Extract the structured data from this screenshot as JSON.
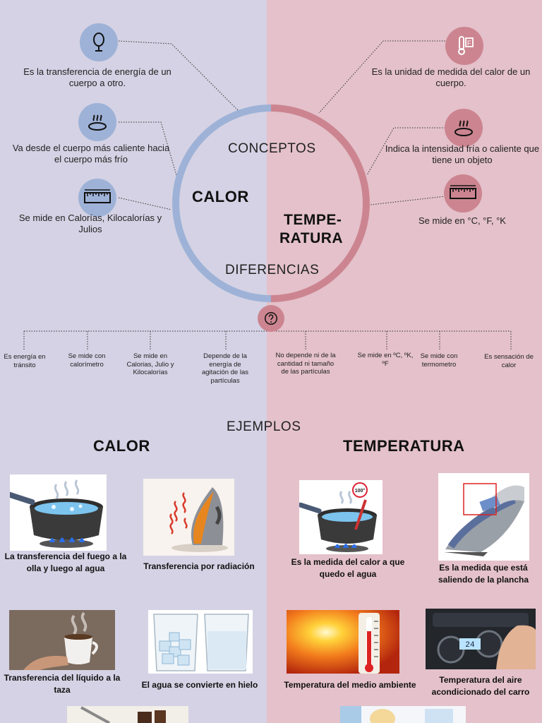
{
  "colors": {
    "left_bg": "#d4d2e4",
    "right_bg": "#e4c1cb",
    "blue_accent": "#9eb2d7",
    "pink_accent": "#cc8590"
  },
  "diagram": {
    "center_top": "CONCEPTOS",
    "center_bottom": "DIFERENCIAS",
    "left_title": "CALOR",
    "right_title_line1": "TEMPE-",
    "right_title_line2": "RATURA"
  },
  "calor_concepts": [
    {
      "icon": "mirror-icon",
      "text": "Es la transferencia de energía de un cuerpo a otro."
    },
    {
      "icon": "heat-plate-icon",
      "text": "Va desde el cuerpo más caliente hacia el cuerpo más frío"
    },
    {
      "icon": "ruler-icon",
      "text": "Se mide en Calorías, Kilocalorías y Julios"
    }
  ],
  "temperatura_concepts": [
    {
      "icon": "thermometer-icon",
      "text": "Es la unidad de medida del calor de un cuerpo."
    },
    {
      "icon": "heat-plate-icon",
      "text": "Indica la intensidad fría o caliente que tiene un objeto"
    },
    {
      "icon": "ruler-icon",
      "text": "Se mide en °C, °F, °K"
    }
  ],
  "question_icon": "question-icon",
  "differences": [
    "Es energía en tránsito",
    "Se mide con calorímetro",
    "Se mide en Calorias, Julio y Kilocalorías",
    "Depende de la energía de agitación de las partículas",
    "No depende ni de la cantidad ni tamaño de las partículas",
    "Se mide en ºC, ºK, ºF",
    "Se mide con termometro",
    "Es sensación de calor"
  ],
  "examples": {
    "heading": "EJEMPLOS",
    "calor_title": "CALOR",
    "temperatura_title": "TEMPERATURA",
    "items": [
      {
        "image": "boiling-pot-image",
        "caption": "La transferencia del fuego a la olla y luego al agua"
      },
      {
        "image": "iron-radiation-image",
        "caption": "Transferencia por radiación"
      },
      {
        "image": "pot-thermometer-image",
        "caption": "Es la  medida del calor a que quedo el agua"
      },
      {
        "image": "steam-iron-image",
        "caption": "Es la medida que está saliendo de la plancha"
      },
      {
        "image": "coffee-cup-image",
        "caption": "Transferencia del líquido a la taza"
      },
      {
        "image": "ice-glasses-image",
        "caption": "El agua se convierte en hielo"
      },
      {
        "image": "sun-thermometer-image",
        "caption": "Temperatura del medio ambiente"
      },
      {
        "image": "car-ac-image",
        "caption": "Temperatura del aire acondicionado del carro"
      }
    ],
    "thermo_badge": "100°",
    "ac_display": "24"
  }
}
